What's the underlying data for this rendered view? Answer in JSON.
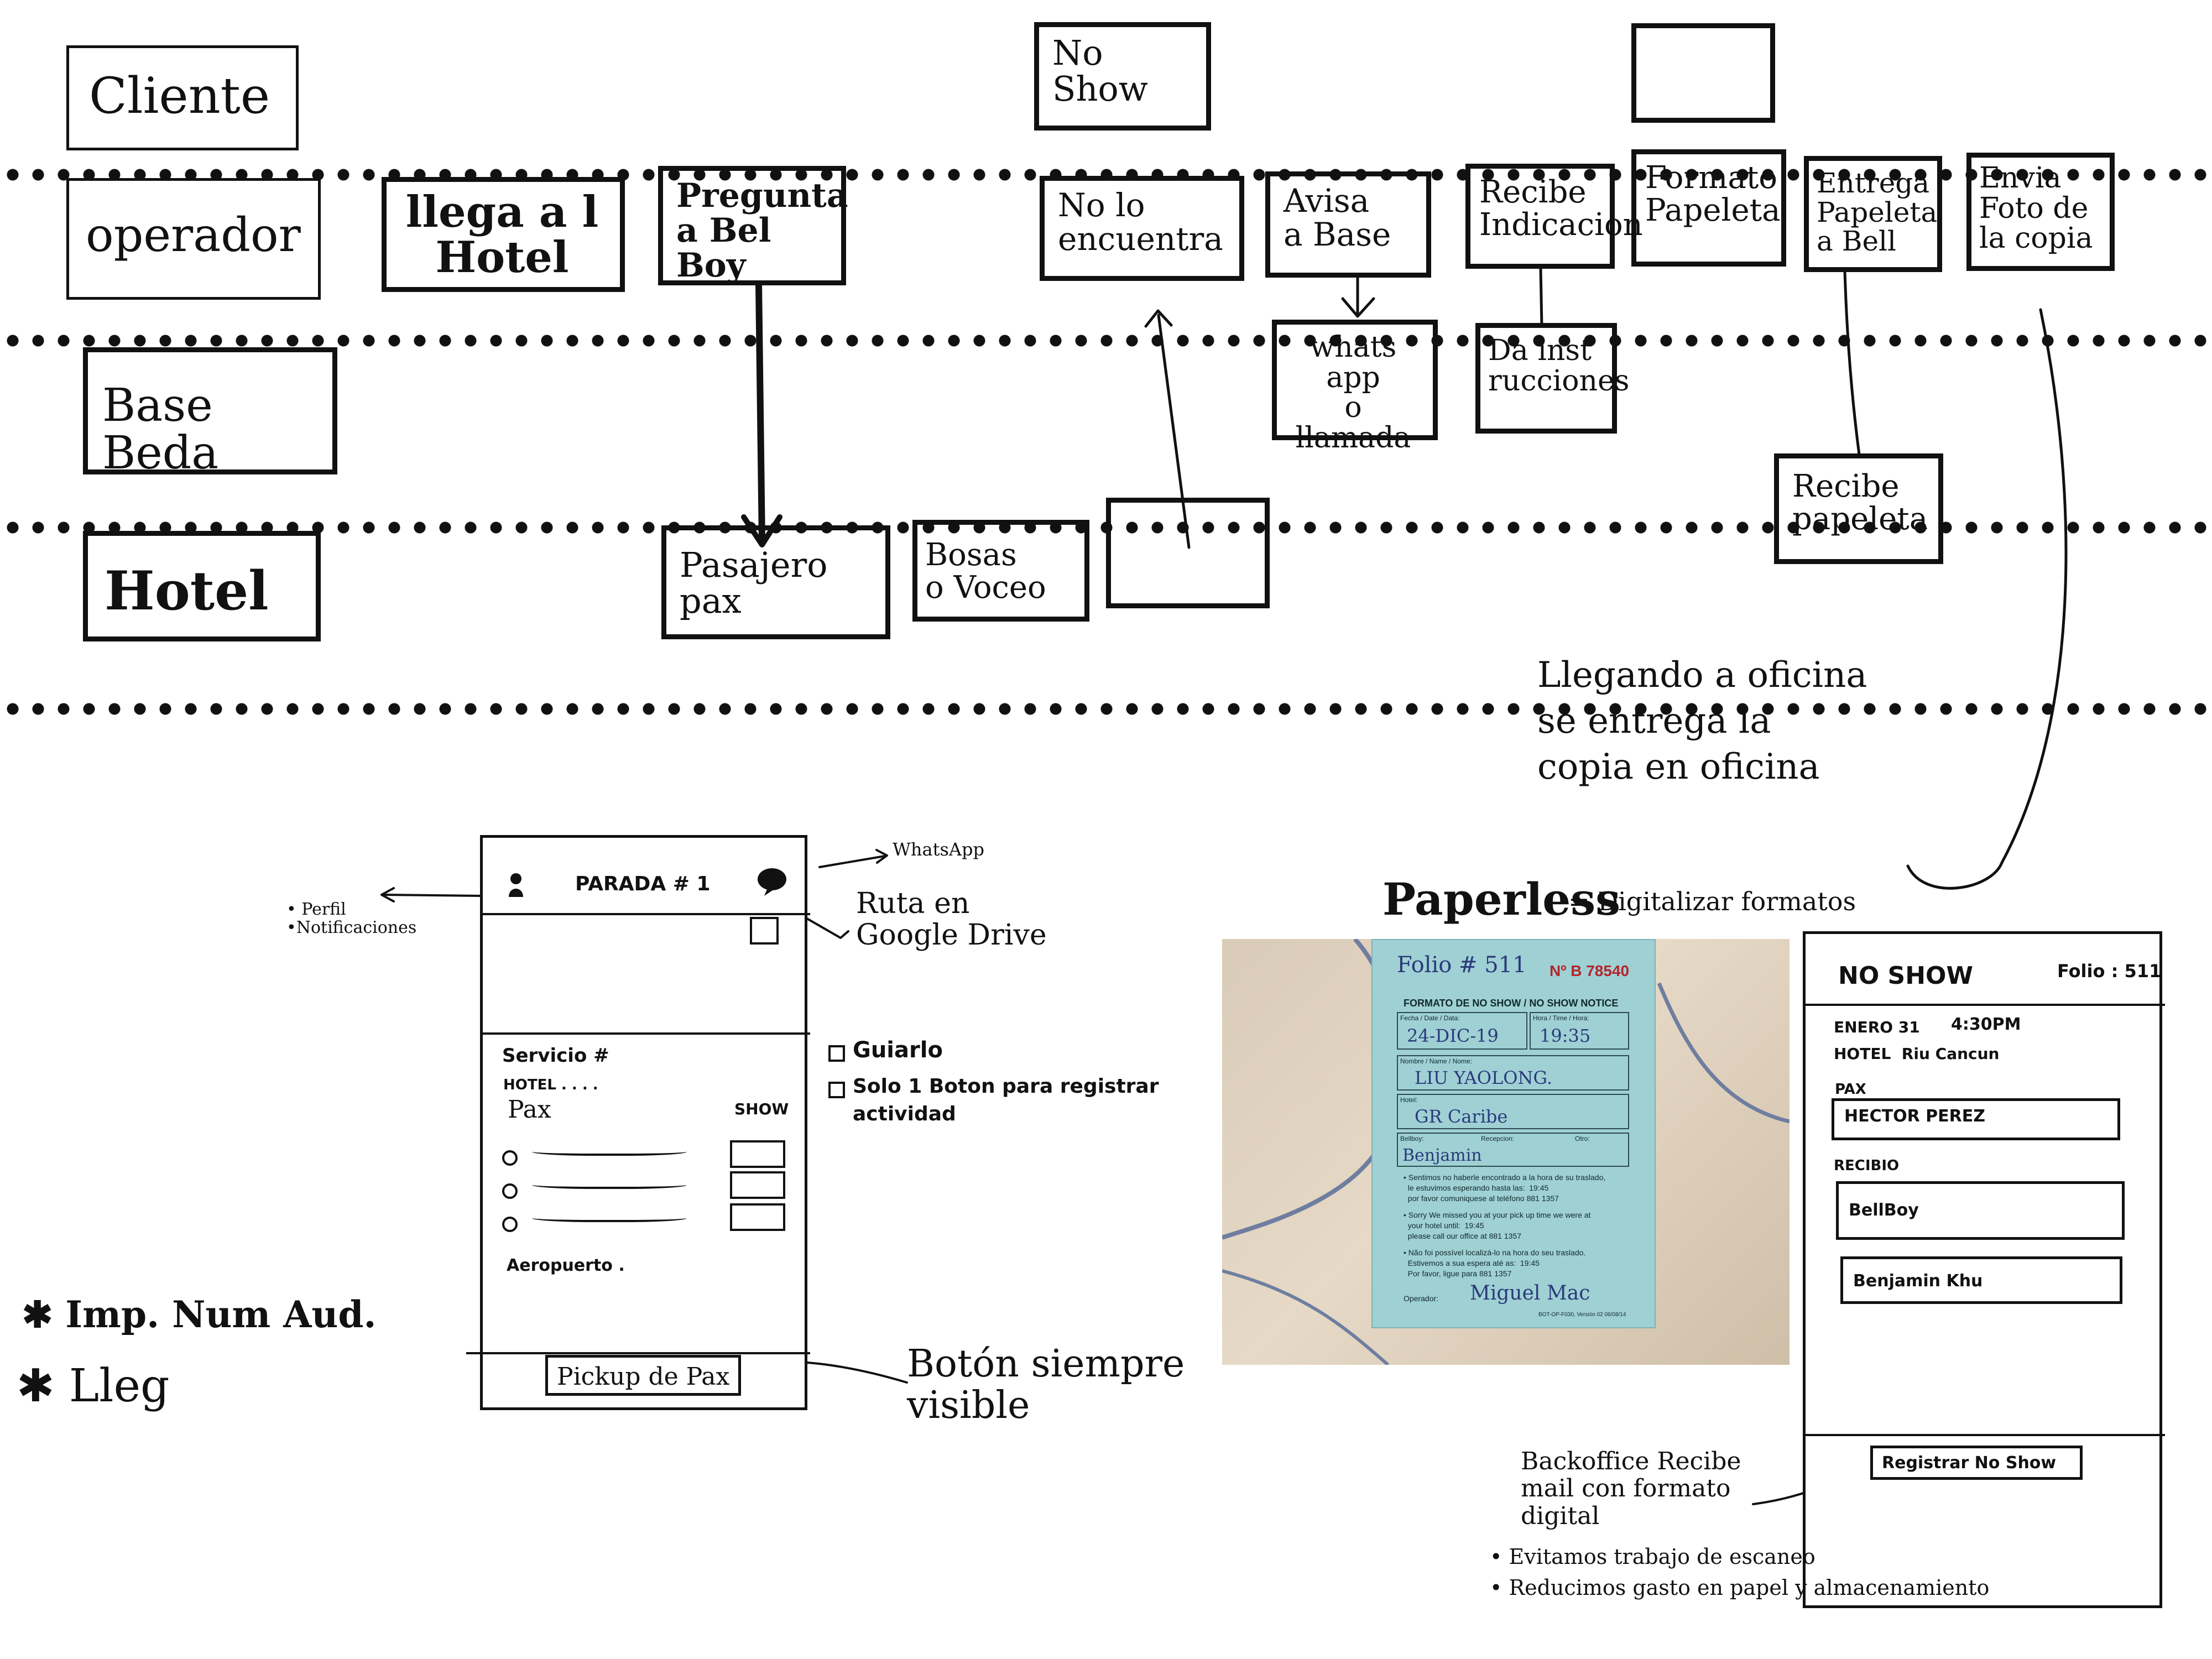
{
  "lanes": {
    "cliente": "Cliente",
    "operador": "operador",
    "base": "Base Beda",
    "hotel": "Hotel"
  },
  "steps": {
    "llega": "llega a l\nHotel",
    "pregunta": "Pregunta\na Bel Boy",
    "noshow": "No\nShow",
    "noencuentra": "No lo\nencuentra",
    "avisa": "Avisa\na Base",
    "recibe_ind": "Recibe\nIndicacion",
    "formato": "Formato\nPapeleta",
    "entrega": "Entrega\nPapeleta\na Bell",
    "envia": "Envia\nFoto de\nla copia",
    "whatsapp": "whats app\no\nllamada",
    "dainst": "Da inst\nrucciones",
    "recibe_pap": "Recibe\npapeleta",
    "pasajero": "Pasajero\npax",
    "bocinas": "Bosas\no Voceo"
  },
  "notes": {
    "llegando": "Llegando a oficina\nse entrega la\ncopia en oficina",
    "paperless_title": "Paperless",
    "paperless_sub": "= Digitalizar formatos",
    "backoffice": "Backoffice Recibe\nmail con formato\ndigital",
    "bullet1": "• Evitamos trabajo de escaneo",
    "bullet2": "• Reducimos gasto en papel y almacenamiento",
    "imp": "✱ Imp. Num Aud.",
    "lleg": "✱ Lleg"
  },
  "app": {
    "header": "PARADA # 1",
    "perfil": "• Perfil\n•Notificaciones",
    "whatsapp": "WhatsApp",
    "ruta": "Ruta en\nGoogle Drive",
    "servicio": "Servicio #",
    "hotel": "HOTEL . . . .",
    "pax": "Pax",
    "show": "SHOW",
    "aeropuerto": "Aeropuerto .",
    "pickup": "Pickup de Pax",
    "boton": "Botón siempre\nvisible",
    "guiarlo": "Guiarlo",
    "solo1": "Solo 1 Boton para registrar\nactividad"
  },
  "form_photo": {
    "folio": "Folio # 511",
    "numero": "Nº B 78540",
    "title": "FORMATO DE NO SHOW / NO SHOW NOTICE",
    "fecha_lbl": "Fecha / Date / Data:",
    "fecha": "24-DIC-19",
    "hora_lbl": "Hora / Time / Hora:",
    "hora": "19:35",
    "nombre_lbl": "Nombre / Name / Nome:",
    "nombre": "LIU YAOLONG.",
    "hotel_lbl": "Hotel:",
    "hotel": "GR Caribe",
    "bellboy_lbl": "Bellboy:",
    "bellboy": "Benjamin",
    "recepcion_lbl": "Recepcion:",
    "otro_lbl": "Otro:",
    "es": "• Sentimos no haberle encontrado a la hora de su traslado,\n  le estuvimos esperando hasta las:  19:45\n  por favor comuniquese al teléfono 881 1357",
    "en": "• Sorry We missed you at your pick up time we were at\n  your hotel until:  19:45\n  please call our office at 881 1357",
    "pt": "• Não foi possível localizá-lo na hora do seu traslado.\n  Estivemos a sua espera até as:  19:45\n  Por favor, ligue para 881 1357",
    "operador_lbl": "Operador:",
    "operador": "Miguel Mac",
    "code": "BOT-OP-F030, Versión 02  06/08/14"
  },
  "noshow_app": {
    "title": "NO SHOW",
    "folio": "Folio : 511",
    "fecha": "ENERO 31",
    "hora": "4:30PM",
    "hotel": "HOTEL  Riu Cancun",
    "pax_lbl": "PAX",
    "pax": "HECTOR PEREZ",
    "recibio_lbl": "RECIBIO",
    "recibio": "BellBoy",
    "nombre": "Benjamin Khu",
    "registrar": "Registrar No Show"
  }
}
